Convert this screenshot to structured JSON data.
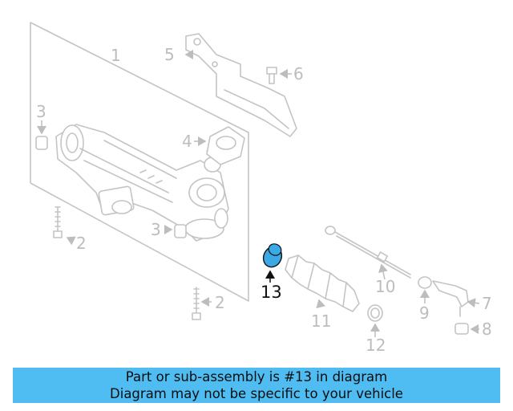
{
  "callouts": {
    "c1": "1",
    "c2a": "2",
    "c2b": "2",
    "c3a": "3",
    "c3b": "3",
    "c4": "4",
    "c5": "5",
    "c6": "6",
    "c7": "7",
    "c8": "8",
    "c9": "9",
    "c10": "10",
    "c11": "11",
    "c12": "12",
    "c13": "13"
  },
  "highlight": {
    "part_number": "13",
    "color": "#3aa9e6"
  },
  "banner": {
    "line1": "Part or sub-assembly is #13 in diagram",
    "line2": "Diagram may not be specific to your vehicle",
    "color": "#4fbdf2"
  }
}
